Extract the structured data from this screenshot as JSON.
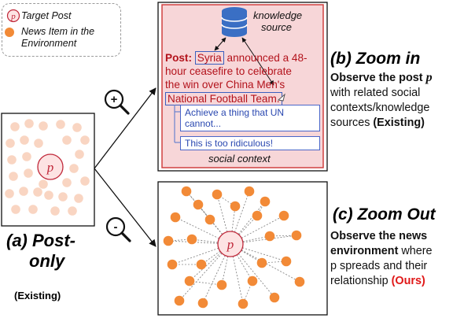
{
  "legend": {
    "target_post": "Target Post",
    "news_item": "News Item in the Environment",
    "p_symbol": "p",
    "colors": {
      "target_post_fill": "#fde3e3",
      "target_post_stroke": "#c0283a",
      "news_item": "#f28a37"
    }
  },
  "panel_a": {
    "title_line1": "(a) Post-",
    "title_line2": "only",
    "tag": "(Existing)",
    "p_symbol": "p",
    "faded_node_color": "#f9d5c2"
  },
  "panel_b": {
    "knowledge_source_line1": "knowledge",
    "knowledge_source_line2": "source",
    "post_label": "Post:",
    "post_word_syria": "Syria",
    "post_text_1": "announced a 48-",
    "post_text_2": "hour ceasefire to celebrate",
    "post_text_3": "the win over China Men's",
    "post_highlight_team": "National Football Team.",
    "reply_1_line1": "Achieve a thing that UN",
    "reply_1_line2": "cannot...",
    "reply_2": "This is too ridiculous!",
    "social_context": "social context",
    "heading": "(b) Zoom in",
    "desc_line1": "Observe the post",
    "desc_p": "p",
    "desc_line2": "with related social",
    "desc_line3": "contexts/knowledge",
    "desc_line4": "sources",
    "desc_tag": "(Existing)",
    "colors": {
      "panel_bg": "#f7d6d8",
      "panel_border": "#d04040",
      "db_blue": "#3a6fc4"
    }
  },
  "panel_c": {
    "heading": "(c) Zoom Out",
    "desc_line1": "Observe the news",
    "desc_line2_bold": "environment",
    "desc_line2_rest": "where",
    "desc_line3": "p spreads and their",
    "desc_line4": "relationship",
    "desc_tag": "(Ours)",
    "p_symbol": "p",
    "colors": {
      "node": "#f28a37",
      "edge": "#888888"
    }
  },
  "zoom_controls": {
    "zoom_in_symbol": "+",
    "zoom_out_symbol": "-"
  }
}
